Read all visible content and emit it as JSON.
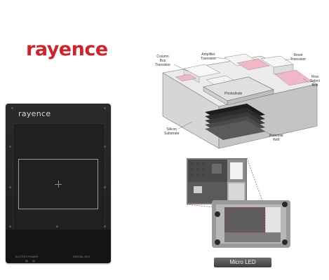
{
  "logo": {
    "text": "rayence"
  },
  "detector": {
    "brand": "rayence",
    "bottom_left_label": "ELCTRO   POWER",
    "bottom_right_label": "DIGITAL OUT"
  },
  "pixel_diagram": {
    "labels": {
      "column_bus": "Column\nBus\nTransistor",
      "amplifier": "Amplifier\nTransistor",
      "reset": "Reset\nTransistor",
      "row_select": "Row\nSelect\nBus",
      "photodiode": "Photodiode",
      "silicon": "Silicon\nSubstrate",
      "potential_well": "Potential\nWell"
    },
    "colors": {
      "highlight": "#f2b6c6",
      "top_face": "#e9e9e9",
      "side_face": "#c9c9c9"
    }
  },
  "micro_led": {
    "label": "Micro LED",
    "highlight_color": "#d0222e"
  }
}
